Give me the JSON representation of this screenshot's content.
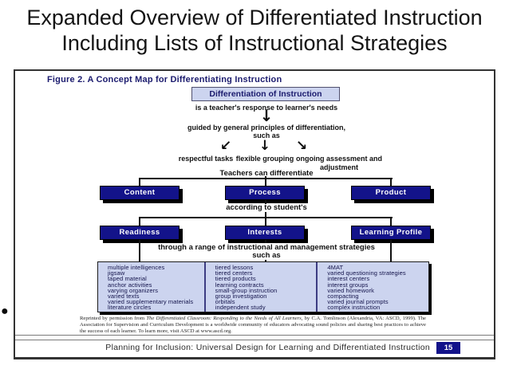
{
  "slide": {
    "title_line1": "Expanded Overview of Differentiated Instruction",
    "title_line2": "Including Lists of Instructional Strategies"
  },
  "icons": {
    "bullet": "●",
    "down_arrow": "↓",
    "down_left_arrow": "↙",
    "down_right_arrow": "↘"
  },
  "figure": {
    "heading": "Figure 2.  A Concept Map for Differentiating Instruction",
    "root_box": "Differentiation of Instruction",
    "response_text": "is a teacher's response to learner's needs",
    "guided_text_line1": "guided by general principles of differentiation,",
    "guided_text_line2": "such as",
    "principles": [
      "respectful tasks",
      "flexible grouping",
      "ongoing assessment and adjustment"
    ],
    "differentiate_caption": "Teachers can differentiate",
    "differentiate_boxes": [
      "Content",
      "Process",
      "Product"
    ],
    "according_caption": "according to student's",
    "student_boxes": [
      "Readiness",
      "Interests",
      "Learning Profile"
    ],
    "strategies_caption_line1": "through a range of instructional and management strategies",
    "strategies_caption_line2": "such as",
    "strategy_columns": [
      [
        "multiple intelligences",
        "jigsaw",
        "taped material",
        "anchor activities",
        "varying organizers",
        "varied texts",
        "varied supplementary materials",
        "literature circles"
      ],
      [
        "tiered lessons",
        "tiered centers",
        "tiered products",
        "learning contracts",
        "small-group instruction",
        "group investigation",
        "orbitals",
        "independent study"
      ],
      [
        "4MAT",
        "varied questioning strategies",
        "interest centers",
        "interest groups",
        "varied homework",
        "compacting",
        "varied journal prompts",
        "complex instruction"
      ]
    ],
    "citation": {
      "prefix": "Reprinted by permission from ",
      "book_title": "The Differentiated Classroom: Responding to the Needs of All Learners",
      "rest": ", by C.A. Tomlinson (Alexandria, VA: ASCD, 1999). The Association for Supervision and Curriculum Development is a worldwide community of educators advocating sound policies and sharing best practices to achieve the success of each learner. To learn more, visit ASCD at www.ascd.org."
    },
    "footer": {
      "text": "Planning for Inclusion: Universal Design for Learning and Differentiated Instruction",
      "page": "15"
    }
  },
  "colors": {
    "navy_box": "#13138a",
    "lavender_box": "#ccd4ef",
    "navy_text": "#1b1b6e"
  }
}
